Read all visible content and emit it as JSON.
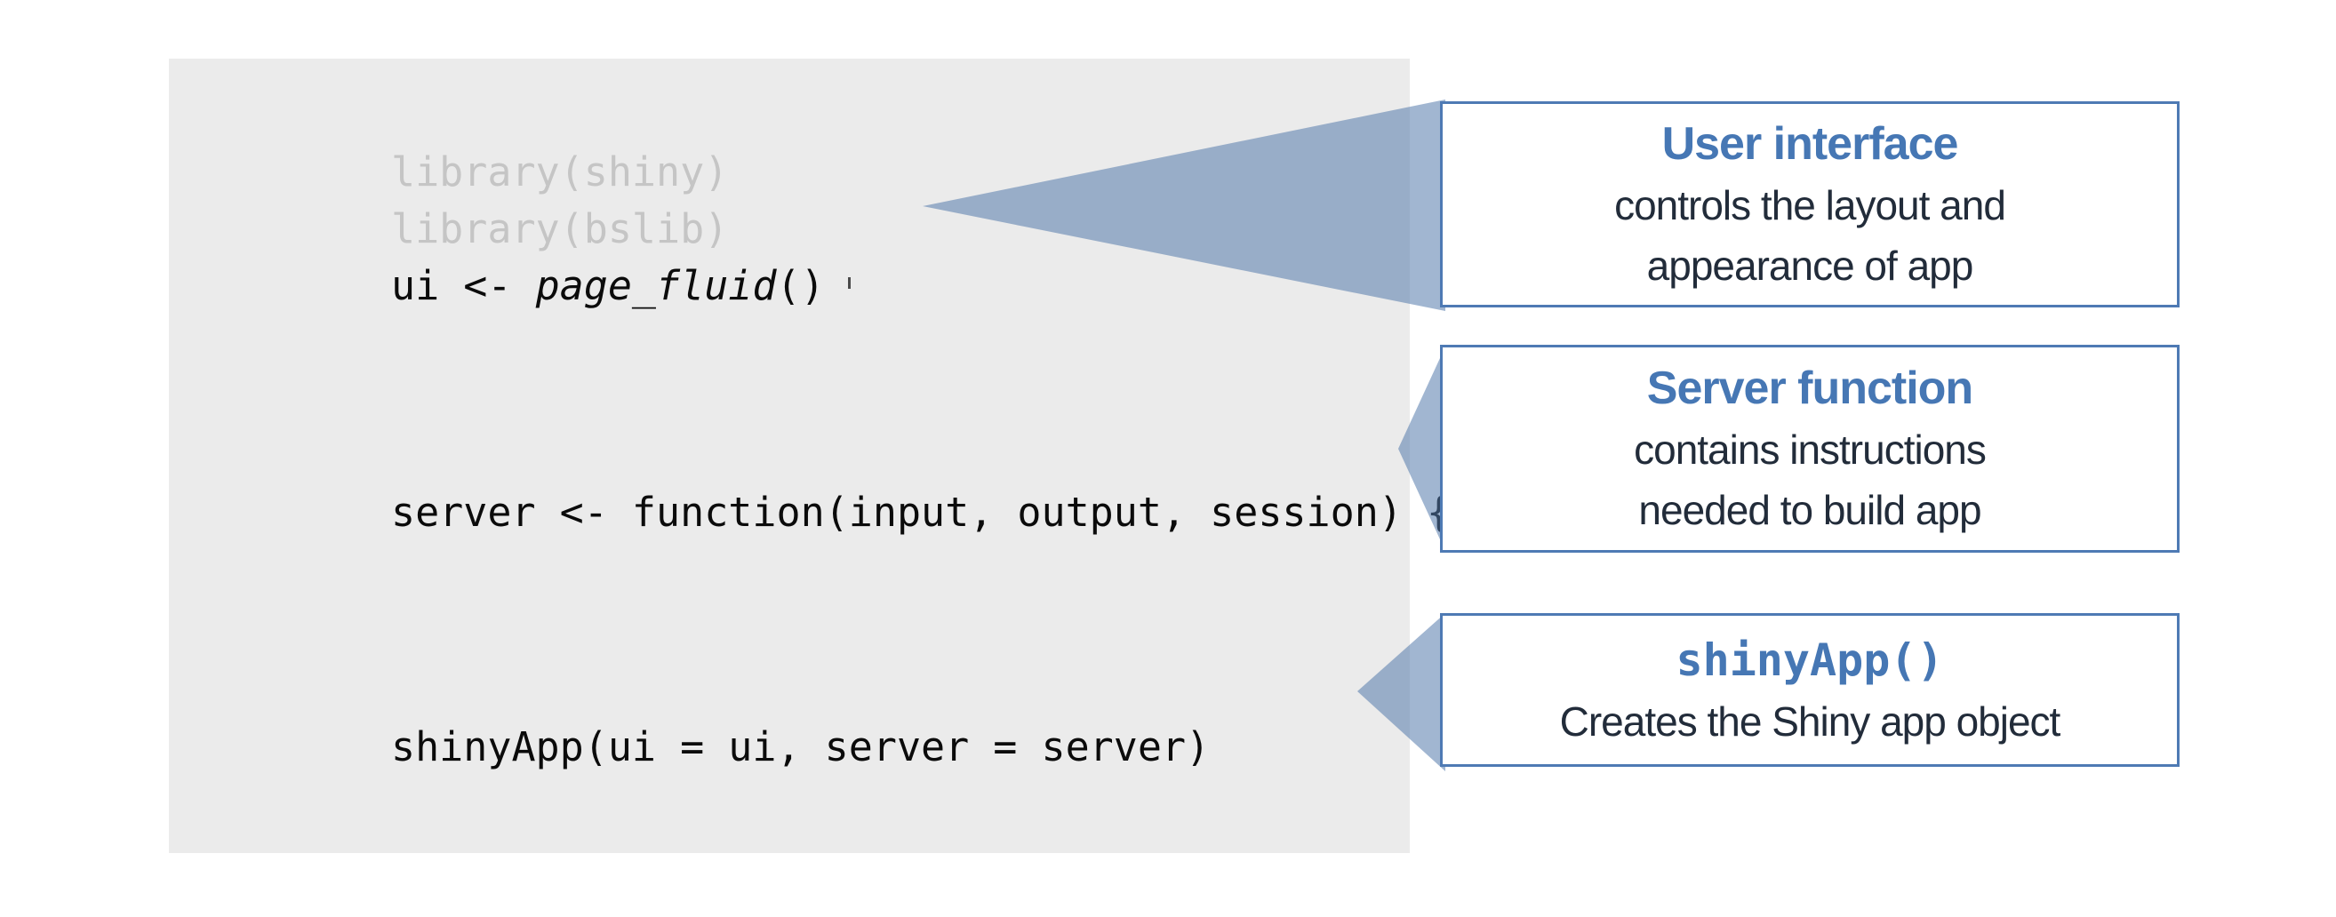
{
  "code": {
    "lines": [
      {
        "text": "library(shiny)"
      },
      {
        "text": "library(bslib)"
      },
      {
        "pre": "ui <- ",
        "func": "page_fluid",
        "post": "()"
      },
      {
        "text": "server <- function(input, output, session) {}"
      },
      {
        "text": "shinyApp(ui = ui, server = server)"
      }
    ]
  },
  "callouts": [
    {
      "title": "User interface",
      "body_lines": [
        "controls the layout and",
        "appearance of app"
      ]
    },
    {
      "title": "Server function",
      "body_lines": [
        "contains instructions",
        "needed to build app"
      ]
    },
    {
      "title": "shinyApp()",
      "body_lines": [
        "Creates the Shiny app object"
      ]
    }
  ],
  "colors": {
    "panel_bg": "#ebebeb",
    "code_muted": "#c5c5c5",
    "code_text": "#0b0b0b",
    "accent_blue": "#4677b4",
    "border_blue": "#4e7ab4",
    "arrow_fill": "rgba(84,122,171,0.55)",
    "body_text": "#222c3a"
  }
}
